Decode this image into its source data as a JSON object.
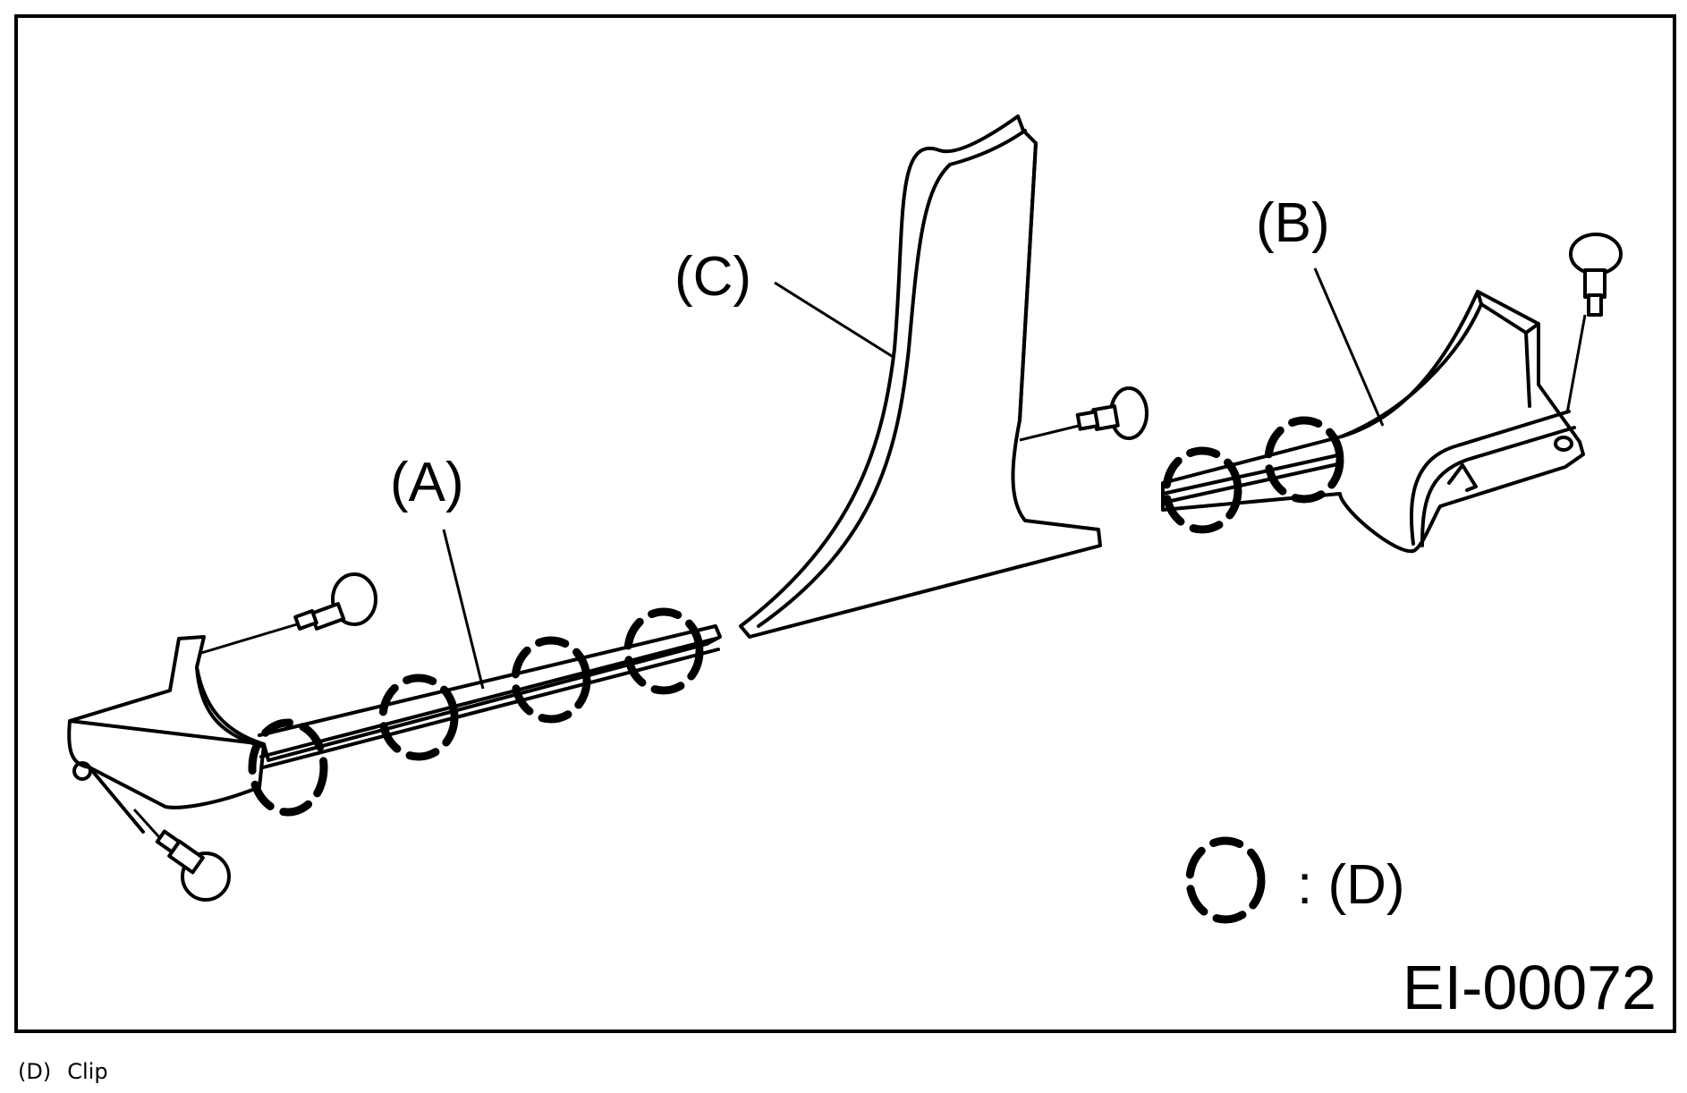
{
  "figure": {
    "id": "EI-00072",
    "callouts": {
      "a": "(A)",
      "b": "(B)",
      "c": "(C)"
    },
    "legend": {
      "symbol": "dashed-circle",
      "text": ": (D)"
    }
  },
  "caption": {
    "key": "(D)",
    "label": "Clip"
  }
}
